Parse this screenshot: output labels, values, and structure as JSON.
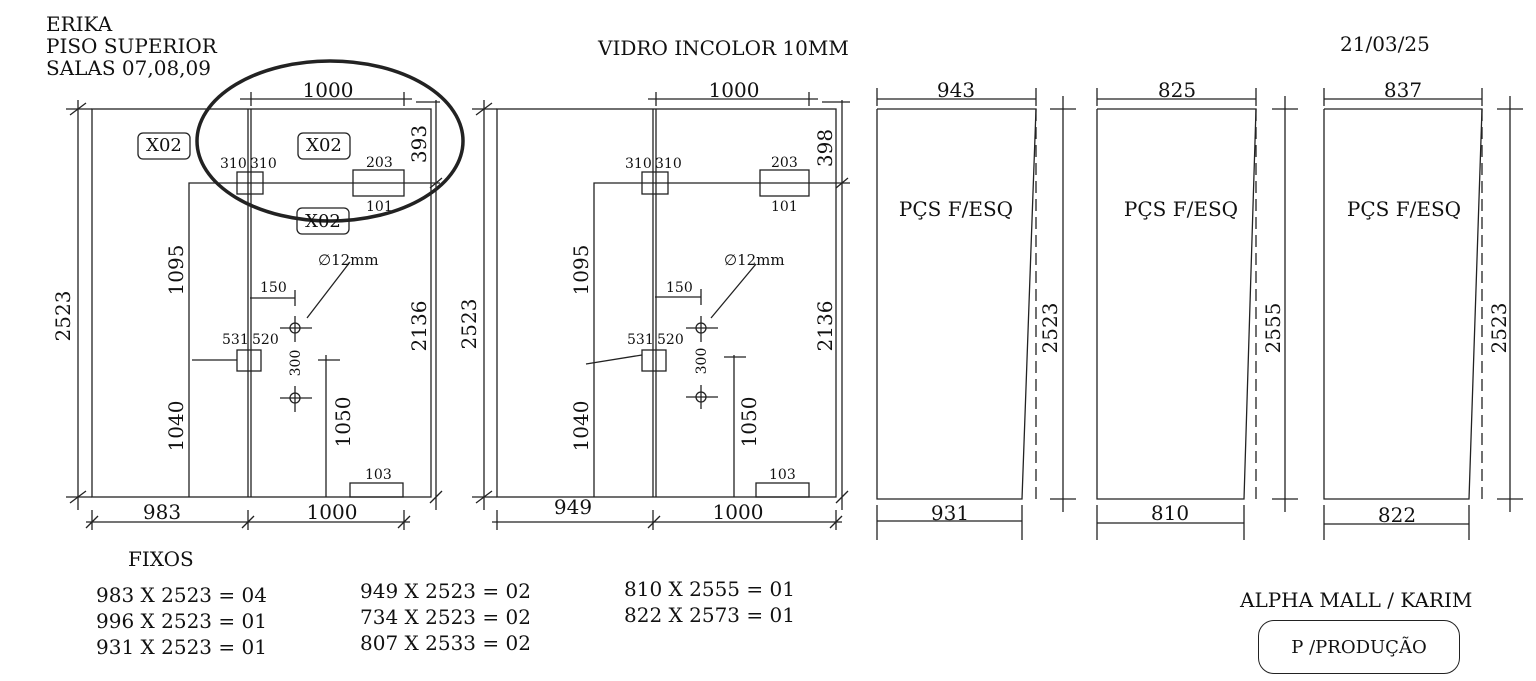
{
  "header": {
    "client": "ERIKA",
    "floor": "PISO SUPERIOR",
    "rooms": "SALAS 07,08,09",
    "material": "VIDRO INCOLOR 10MM",
    "date": "21/03/25"
  },
  "door1": {
    "width_left": "983",
    "width_right": "1000",
    "top_width": "1000",
    "height": "2523",
    "right_height": "2136",
    "top_fix": "393",
    "upper_panel": "1095",
    "lower_panel": "1040",
    "handle_height": "1050",
    "hole_offset": "150",
    "hole_spacing": "300",
    "hole_dia": "∅12mm",
    "hinge_a": "310",
    "hinge_b": "310",
    "lock_a": "531",
    "lock_b": "520",
    "pivot_top": "203",
    "pivot_top_b": "101",
    "pivot_bottom": "103",
    "tag_1": "X02",
    "tag_2": "X02",
    "tag_3": "X02"
  },
  "door2": {
    "width_left": "949",
    "width_right": "1000",
    "top_width": "1000",
    "height": "2523",
    "right_height": "2136",
    "top_fix": "398",
    "upper_panel": "1095",
    "lower_panel": "1040",
    "handle_height": "1050",
    "hole_offset": "150",
    "hole_spacing": "300",
    "hole_dia": "∅12mm",
    "hinge_a": "310",
    "hinge_b": "310",
    "lock_a": "531",
    "lock_b": "520",
    "pivot_top": "203",
    "pivot_top_b": "101",
    "pivot_bottom": "103"
  },
  "panels": [
    {
      "top": "943",
      "bottom": "931",
      "height": "2523",
      "label": "PÇS F/ESQ"
    },
    {
      "top": "825",
      "bottom": "810",
      "height": "2555",
      "label": "PÇS F/ESQ"
    },
    {
      "top": "837",
      "bottom": "822",
      "height": "2523",
      "label": "PÇS F/ESQ"
    }
  ],
  "fixos": {
    "title": "FIXOS",
    "col1": [
      "983 X 2523 = 04",
      "996 X 2523 = 01",
      "931 X 2523 = 01"
    ],
    "col2": [
      "949 X 2523 = 02",
      "734 X 2523 = 02",
      "807 X 2533 = 02"
    ],
    "col3": [
      "810 X 2555 = 01",
      "822 X 2573 = 01"
    ]
  },
  "footer": {
    "project": "ALPHA MALL / KARIM",
    "stamp": "P /PRODUÇÃO"
  }
}
